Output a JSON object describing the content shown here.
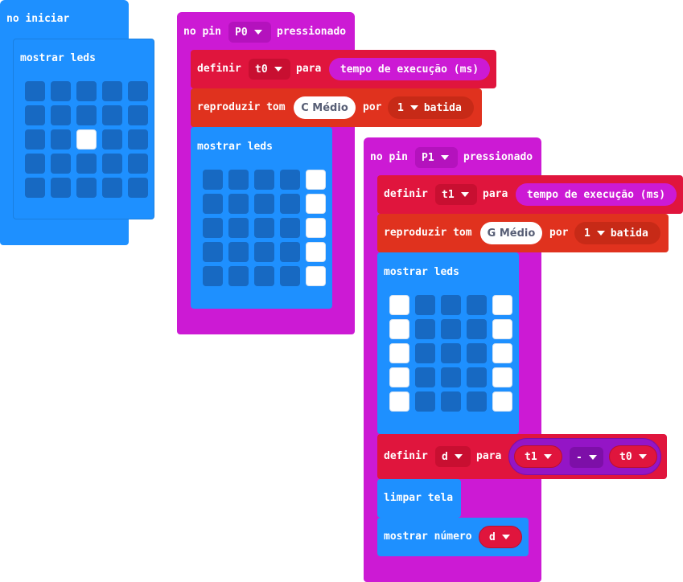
{
  "on_start": {
    "hat_label": "no iniciar",
    "show_leds": {
      "label": "mostrar leds",
      "grid": [
        [
          0,
          0,
          0,
          0,
          0
        ],
        [
          0,
          0,
          0,
          0,
          0
        ],
        [
          0,
          0,
          1,
          0,
          0
        ],
        [
          0,
          0,
          0,
          0,
          0
        ],
        [
          0,
          0,
          0,
          0,
          0
        ]
      ]
    }
  },
  "pin_p0": {
    "hat_prefix": "no pin",
    "pin": "P0",
    "hat_suffix": "pressionado",
    "set_var": {
      "label": "definir",
      "var": "t0",
      "to_label": "para",
      "value": "tempo de execução (ms)"
    },
    "play_tone": {
      "label": "reproduzir tom",
      "note": "C Médio",
      "for_label": "por",
      "beats": "1",
      "beat_label": "batida"
    },
    "show_leds": {
      "label": "mostrar leds",
      "grid": [
        [
          0,
          0,
          0,
          0,
          1
        ],
        [
          0,
          0,
          0,
          0,
          1
        ],
        [
          0,
          0,
          0,
          0,
          1
        ],
        [
          0,
          0,
          0,
          0,
          1
        ],
        [
          0,
          0,
          0,
          0,
          1
        ]
      ]
    }
  },
  "pin_p1": {
    "hat_prefix": "no pin",
    "pin": "P1",
    "hat_suffix": "pressionado",
    "set_var": {
      "label": "definir",
      "var": "t1",
      "to_label": "para",
      "value": "tempo de execução (ms)"
    },
    "play_tone": {
      "label": "reproduzir tom",
      "note": "G Médio",
      "for_label": "por",
      "beats": "1",
      "beat_label": "batida"
    },
    "show_leds": {
      "label": "mostrar leds",
      "grid": [
        [
          1,
          0,
          0,
          0,
          1
        ],
        [
          1,
          0,
          0,
          0,
          1
        ],
        [
          1,
          0,
          0,
          0,
          1
        ],
        [
          1,
          0,
          0,
          0,
          1
        ],
        [
          1,
          0,
          0,
          0,
          1
        ]
      ]
    },
    "set_d": {
      "label": "definir",
      "var": "d",
      "to_label": "para",
      "left": "t1",
      "op": "-",
      "right": "t0"
    },
    "clear_screen": {
      "label": "limpar tela"
    },
    "show_number": {
      "label": "mostrar número",
      "var": "d"
    }
  },
  "colors": {
    "basic_blue": "#1e90ff",
    "input_magenta": "#cc1ad4",
    "variables_red": "#e0153d",
    "music_orange": "#e0321e",
    "math_purple": "#9415c6",
    "led_off": "#1769c2",
    "led_on": "#ffffff"
  },
  "icons": {
    "dropdown": "caret-down-icon"
  }
}
